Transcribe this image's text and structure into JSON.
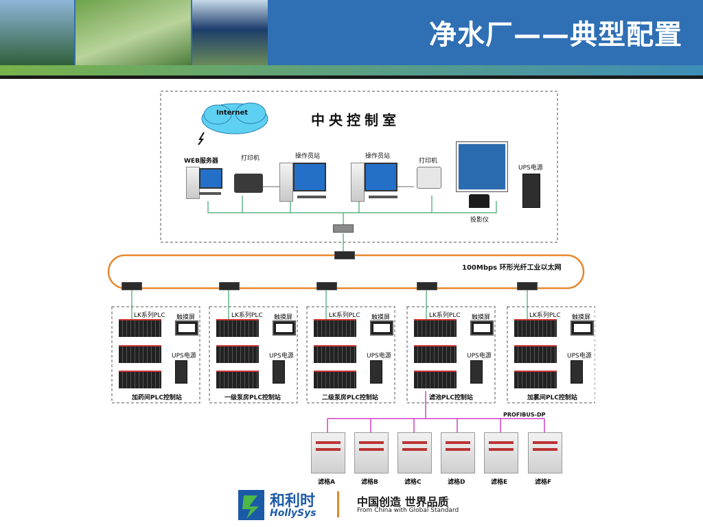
{
  "header": {
    "title": "净水厂——典型配置"
  },
  "diagram": {
    "central_title": "中央控制室",
    "internet": "Internet",
    "web_server": "WEB服务器",
    "printer1": "打印机",
    "operator1": "操作员站",
    "operator2": "操作员站",
    "printer2": "打印机",
    "ups_center": "UPS电源",
    "projector": "投影仪",
    "ring": "100Mbps  环形光纤工业以太网",
    "stations": [
      {
        "plc": "LK系列PLC",
        "touch": "触摸屏",
        "ups": "UPS电源",
        "name": "加药间PLC控制站"
      },
      {
        "plc": "LK系列PLC",
        "touch": "触摸屏",
        "ups": "UPS电源",
        "name": "一级泵房PLC控制站"
      },
      {
        "plc": "LK系列PLC",
        "touch": "触摸屏",
        "ups": "UPS电源",
        "name": "二级泵房PLC控制站"
      },
      {
        "plc": "LK系列PLC",
        "touch": "触摸屏",
        "ups": "UPS电源",
        "name": "滤池PLC控制站"
      },
      {
        "plc": "LK系列PLC",
        "touch": "触摸屏",
        "ups": "UPS电源",
        "name": "加氯间PLC控制站"
      }
    ],
    "profibus": "PROFIBUS-DP",
    "filters": [
      "滤格A",
      "滤格B",
      "滤格C",
      "滤格D",
      "滤格E",
      "滤格F"
    ]
  },
  "footer": {
    "brand_script": "和利时",
    "brand": "HollySys",
    "slogan": "中国创造 世界品质",
    "slogan_en": "From China with Global Standard"
  },
  "colors": {
    "header_blue": "#2f6fb4",
    "ring_orange": "#e8862a",
    "profibus_magenta": "#d23fc9",
    "lan_green": "#3aa56b"
  }
}
